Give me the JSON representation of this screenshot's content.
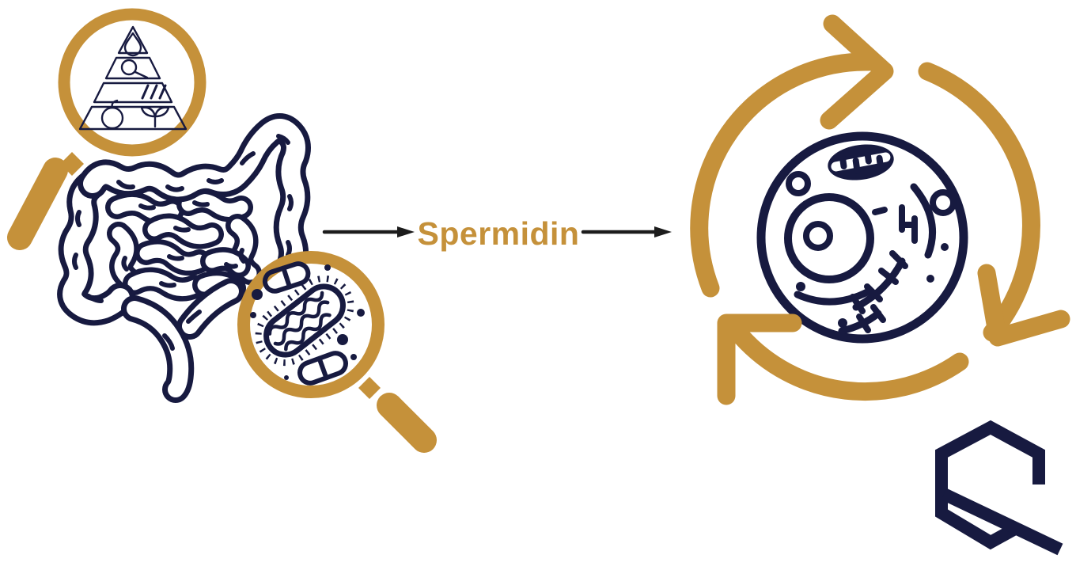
{
  "colors": {
    "gold": "#C5913A",
    "navy": "#171A40",
    "black": "#1C1C1C",
    "bg": "#FFFFFF"
  },
  "diagram": {
    "type": "process-flow-illustration",
    "label": "Spermidin",
    "flow": [
      {
        "id": "gut",
        "icon": "intestines-icon",
        "detail_icons": [
          "food-pyramid-magnifier-icon",
          "gut-bacteria-magnifier-icon"
        ]
      },
      {
        "id": "spermidin",
        "icon": "right-arrow-icon"
      },
      {
        "id": "cell-renewal",
        "icon": "cell-icon",
        "detail_icons": [
          "cycle-arrows-icon"
        ]
      }
    ],
    "logo_icon": "hexagon-q-logo-icon"
  }
}
